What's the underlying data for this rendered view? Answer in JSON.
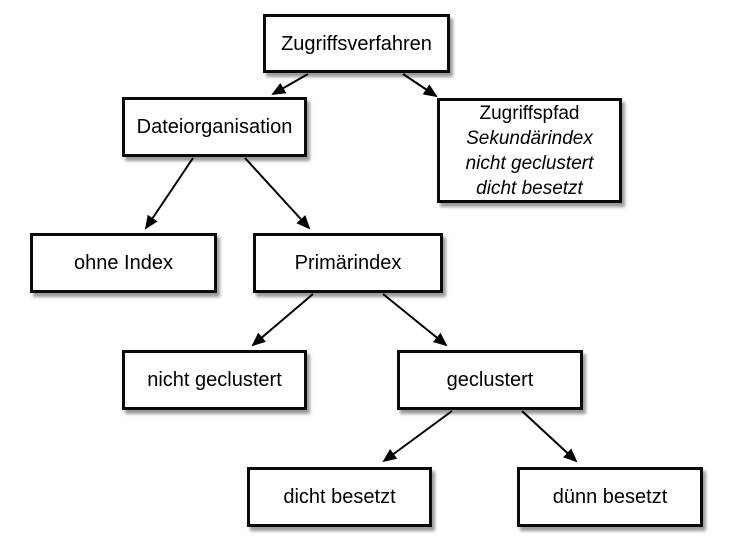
{
  "diagram": {
    "nodes": {
      "zugriffsverfahren": {
        "label": "Zugriffsverfahren"
      },
      "dateiorganisation": {
        "label": "Dateiorganisation"
      },
      "zugriffspfad": {
        "lines": [
          "Zugriffspfad",
          "Sekundärindex",
          "nicht geclustert",
          "dicht besetzt"
        ]
      },
      "ohne_index": {
        "label": "ohne Index"
      },
      "primaerindex": {
        "label": "Primärindex"
      },
      "nicht_geclustert": {
        "label": "nicht geclustert"
      },
      "geclustert": {
        "label": "geclustert"
      },
      "dicht_besetzt": {
        "label": "dicht besetzt"
      },
      "duenn_besetzt": {
        "label": "dünn besetzt"
      }
    },
    "edges": [
      {
        "from": "zugriffsverfahren",
        "to": "dateiorganisation"
      },
      {
        "from": "zugriffsverfahren",
        "to": "zugriffspfad"
      },
      {
        "from": "dateiorganisation",
        "to": "ohne_index"
      },
      {
        "from": "dateiorganisation",
        "to": "primaerindex"
      },
      {
        "from": "primaerindex",
        "to": "nicht_geclustert"
      },
      {
        "from": "primaerindex",
        "to": "geclustert"
      },
      {
        "from": "geclustert",
        "to": "dicht_besetzt"
      },
      {
        "from": "geclustert",
        "to": "duenn_besetzt"
      }
    ],
    "colors": {
      "background": "#ffffff",
      "box_fill": "#ffffff",
      "box_border": "#0a0a0a",
      "text": "#000000",
      "arrow": "#000000"
    }
  }
}
